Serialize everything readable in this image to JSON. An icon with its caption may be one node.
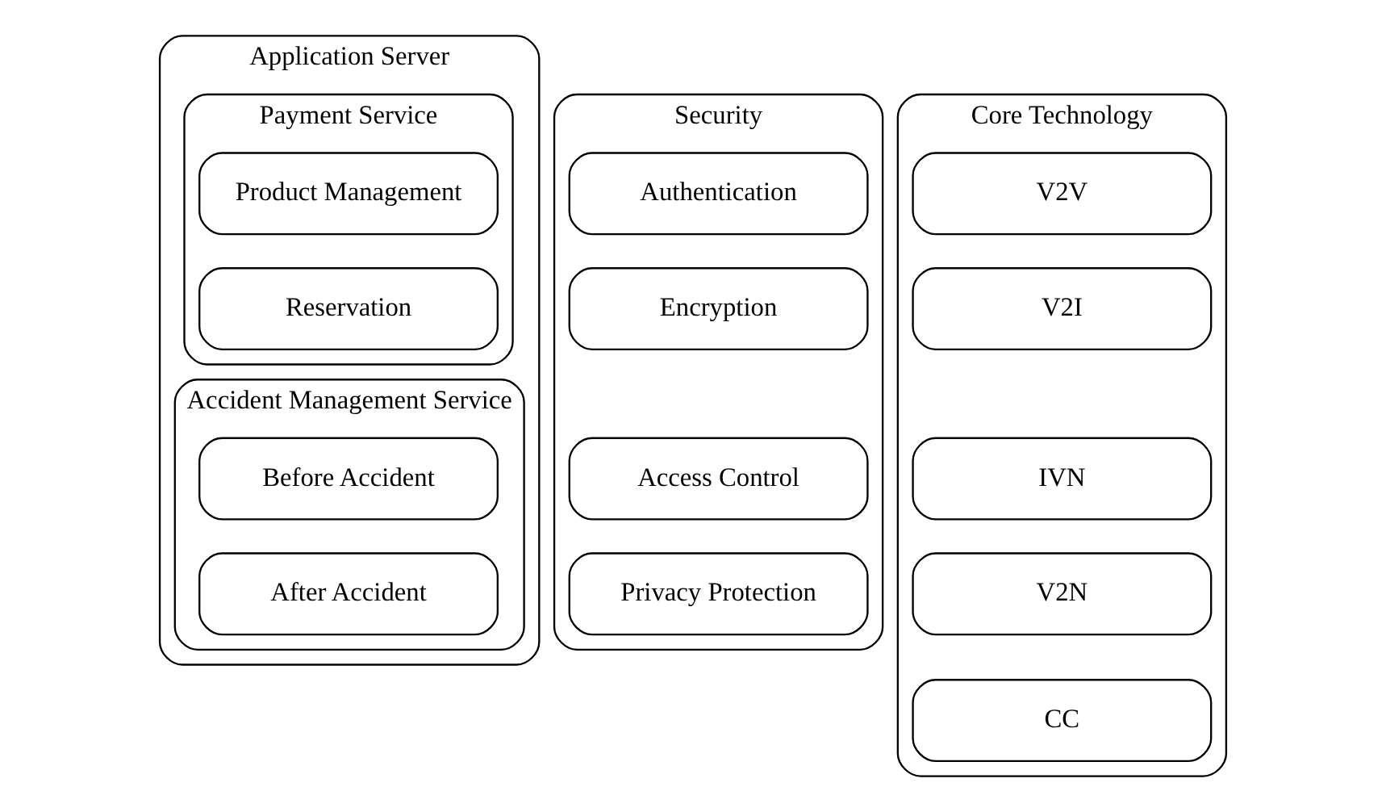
{
  "diagram": {
    "nodes": [
      {
        "text": [
          "Application Server"
        ]
      },
      {
        "text": [
          "Payment Service"
        ],
        "in": 0
      },
      {
        "text": [
          "Product Management"
        ],
        "in": 1
      },
      {
        "text": [
          "Reservation"
        ],
        "in": 1
      },
      {
        "text": [
          "Accident Management Service"
        ],
        "in": 0
      },
      {
        "text": [
          "Before Accident"
        ],
        "in": 4
      },
      {
        "text": [
          "After Accident"
        ],
        "in": 4
      },
      {
        "text": [
          "Security"
        ]
      },
      {
        "text": [
          "Authentication"
        ],
        "in": 7
      },
      {
        "text": [
          "Encryption"
        ],
        "in": 7
      },
      {
        "text": [
          "Access Control"
        ],
        "in": 7
      },
      {
        "text": [
          "Privacy Protection"
        ],
        "in": 7
      },
      {
        "text": [
          "Core Technology"
        ]
      },
      {
        "text": [
          "V2V"
        ],
        "in": 12
      },
      {
        "text": [
          "V2I"
        ],
        "in": 12
      },
      {
        "text": [
          "IVN"
        ],
        "in": 12
      },
      {
        "text": [
          "V2N"
        ],
        "in": 12
      },
      {
        "text": [
          "CC"
        ],
        "in": 12
      }
    ],
    "edges": []
  }
}
